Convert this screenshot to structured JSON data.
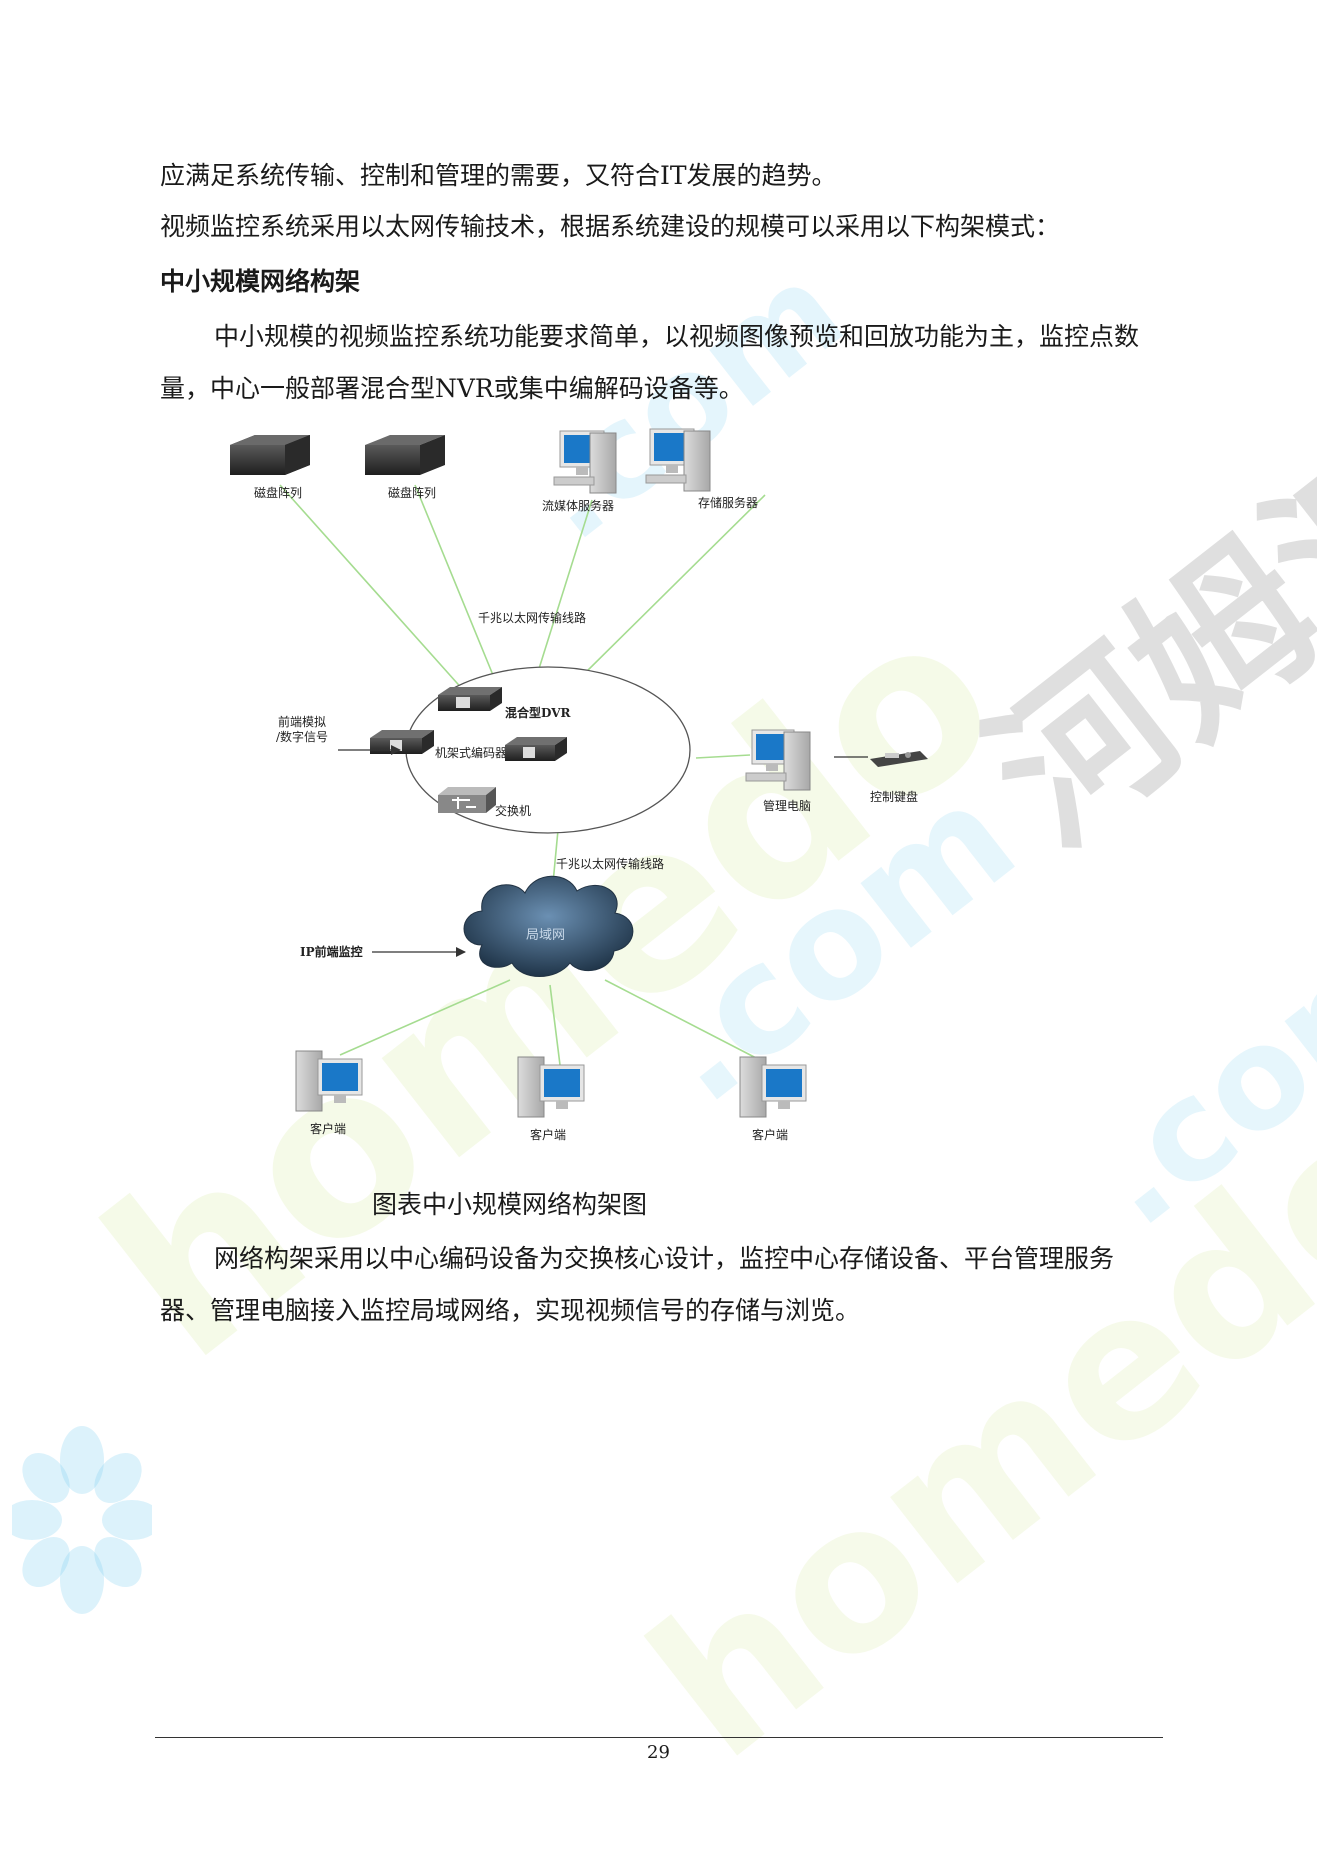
{
  "body": {
    "line1": "应满足系统传输、控制和管理的需要，又符合IT发展的趋势。",
    "line2": "视频监控系统采用以太网传输技术，根据系统建设的规模可以采用以下构架模式：",
    "heading": "中小规模网络构架",
    "para1": "中小规模的视频监控系统功能要求简单，以视频图像预览和回放功能为主，监控点数量，中心一般部署混合型NVR或集中编解码设备等。",
    "caption": "图表中小规模网络构架图",
    "para2": "网络构架采用以中心编码设备为交换核心设计，监控中心存储设备、平台管理服务器、管理电脑接入监控局域网络，实现视频信号的存储与浏览。"
  },
  "diagram": {
    "disk_array_1": "磁盘阵列",
    "disk_array_2": "磁盘阵列",
    "stream_server": "流媒体服务器",
    "storage_server": "存储服务器",
    "gigabit_line_top": "千兆以太网传输线路",
    "hybrid_dvr": "混合型DVR",
    "rack_encoder": "机架式编码器",
    "switch": "交换机",
    "frontend_analog_1": "前端模拟",
    "frontend_analog_2": "/数字信号",
    "mgmt_pc": "管理电脑",
    "control_keyboard": "控制键盘",
    "gigabit_line_bottom": "千兆以太网传输线路",
    "lan": "局域网",
    "ip_frontend": "IP前端监控",
    "client_1": "客户端",
    "client_2": "客户端",
    "client_3": "客户端"
  },
  "watermark": {
    "homedo_1": "homedo",
    "homedo_2": "homedo",
    "com_1": ".com",
    "com_2": ".com",
    "com_3": ".com",
    "cn": "河姆渡"
  },
  "footer": {
    "page_number": "29"
  },
  "colors": {
    "link_line": "#9fdc8a",
    "arrow": "#333333",
    "ellipse": "#555555",
    "screen": "#1a78c8",
    "cloud": "#3d5f7f"
  }
}
